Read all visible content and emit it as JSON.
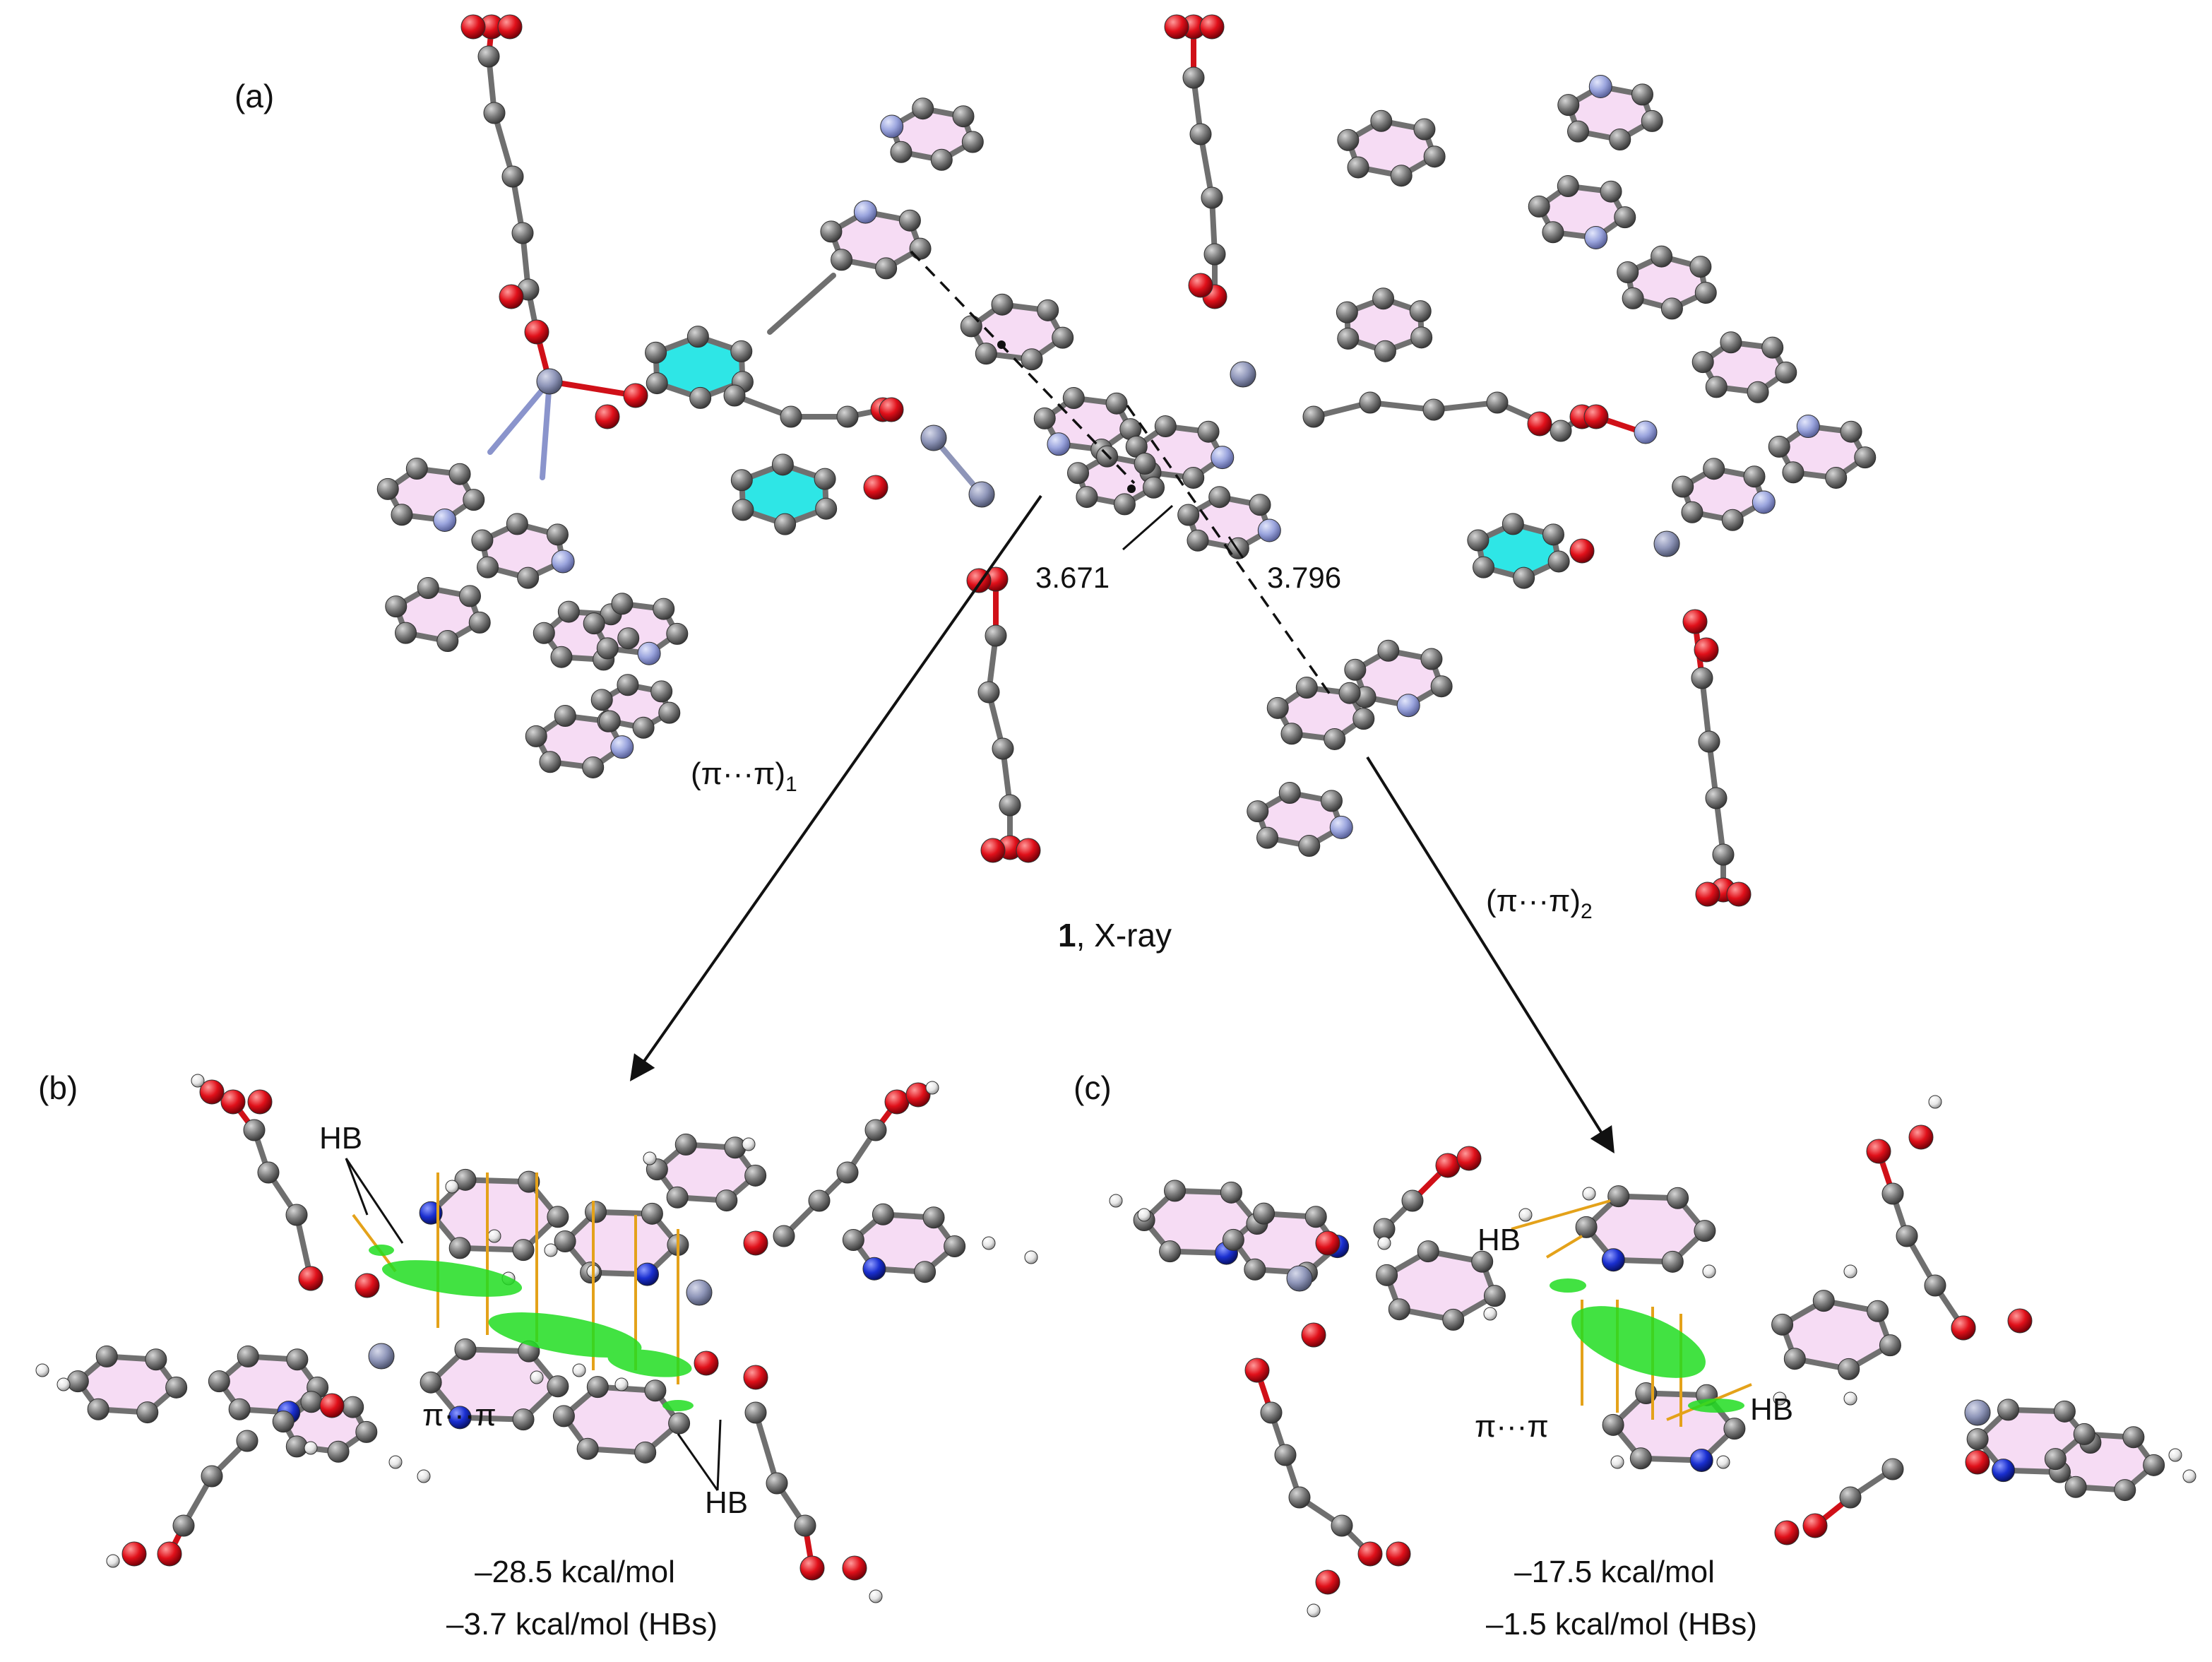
{
  "panels": {
    "a": "(a)",
    "b": "(b)",
    "c": "(c)"
  },
  "panel_a": {
    "distance_1": "3.671",
    "distance_2": "3.796",
    "compound_number": "1",
    "compound_method": ", X-ray",
    "interaction_1": "(π···π)",
    "interaction_1_sub": "1",
    "interaction_2": "(π···π)",
    "interaction_2_sub": "2"
  },
  "panel_b": {
    "hb_top": "HB",
    "hb_bottom": "HB",
    "pi_label": "π···π",
    "energy_total": "–28.5 kcal/mol",
    "energy_hb": "–3.7 kcal/mol (HBs)"
  },
  "panel_c": {
    "hb_top": "HB",
    "hb_bottom": "HB",
    "pi_label": "π···π",
    "energy_total": "–17.5 kcal/mol",
    "energy_hb": "–1.5 kcal/mol (HBs)"
  },
  "colors": {
    "carbon": "#6f6f6f",
    "oxygen": "#e0101a",
    "nitrogen_xray": "#9aa4dd",
    "nitrogen_dft": "#1a2fd0",
    "zinc": "#8e95b8",
    "hydrogen": "#f0f0f0",
    "ring_fill": "#f6dcf4",
    "center_ring": "#2ee6e6",
    "nci_surface": "#22dd22",
    "bond_path": "#e4a21a"
  }
}
